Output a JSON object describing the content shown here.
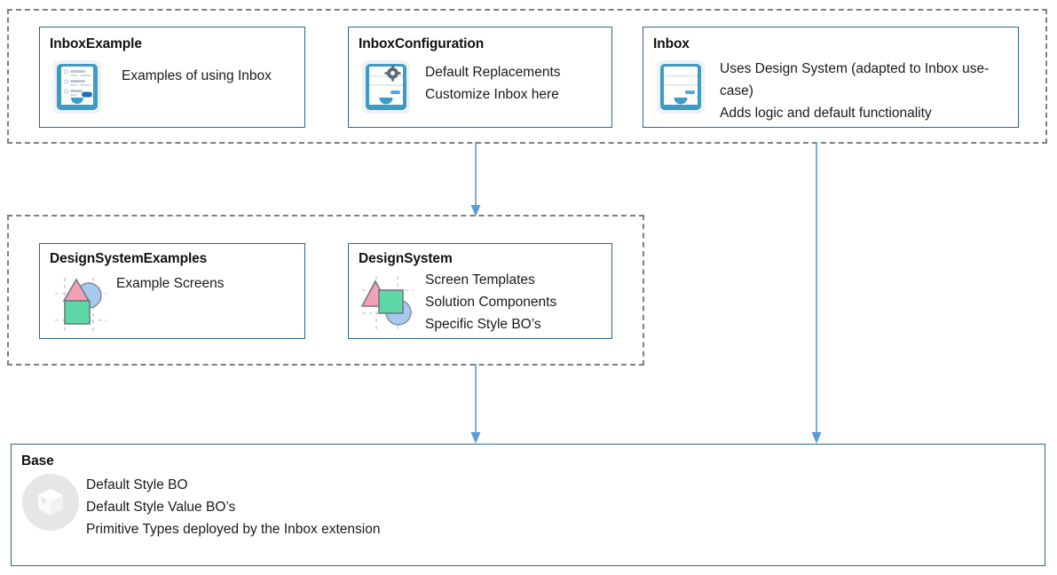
{
  "diagram": {
    "groups": [
      {
        "name": "inbox-layer",
        "label": ""
      },
      {
        "name": "design-system-layer",
        "label": ""
      }
    ],
    "cards": {
      "inbox_example": {
        "title": "InboxExample",
        "icon": "inbox-tray-icon",
        "lines": [
          "Examples of using Inbox"
        ]
      },
      "inbox_configuration": {
        "title": "InboxConfiguration",
        "icon": "inbox-gear-icon",
        "lines": [
          "Default Replacements",
          "Customize Inbox here"
        ]
      },
      "inbox": {
        "title": "Inbox",
        "icon": "inbox-tray-icon",
        "lines": [
          "Uses Design System (adapted to Inbox use-case)",
          "Adds logic and default functionality"
        ]
      },
      "design_system_examples": {
        "title": "DesignSystemExamples",
        "icon": "shapes-icon",
        "lines": [
          "Example Screens"
        ]
      },
      "design_system": {
        "title": "DesignSystem",
        "icon": "shapes-icon",
        "lines": [
          "Screen Templates",
          "Solution Components",
          "Specific Style BO’s"
        ]
      },
      "base": {
        "title": "Base",
        "icon": "package-box-icon",
        "lines": [
          "Default Style BO",
          "Default Style Value BO’s",
          "Primitive Types deployed by the Inbox extension"
        ]
      }
    },
    "arrows": [
      {
        "name": "arrow-inbox-to-designsystem",
        "from": "inbox-layer",
        "to": "design-system-layer"
      },
      {
        "name": "arrow-designsystem-to-base",
        "from": "design-system-layer",
        "to": "base"
      },
      {
        "name": "arrow-inbox-to-base",
        "from": "inbox-layer",
        "to": "base"
      }
    ],
    "colors": {
      "card_border": "#2e6490",
      "group_border": "#808080",
      "arrow": "#5b9bd5",
      "icon_blue": "#3d9bc4",
      "icon_pink": "#f4a0b5",
      "icon_green": "#5fd8a8",
      "icon_circle_blue": "#a8c8f0",
      "base_icon_bg": "#e6e6e6",
      "title_text": "#101010",
      "body_text": "#1a1a1a"
    }
  }
}
